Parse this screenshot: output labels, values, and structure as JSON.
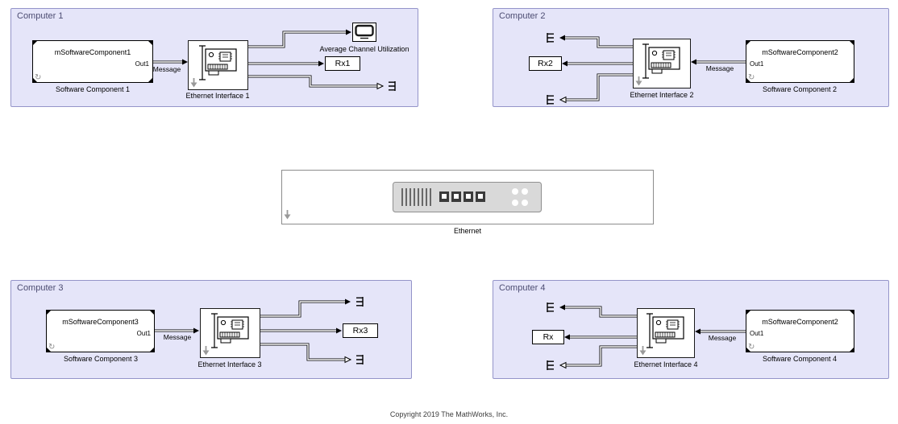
{
  "colors": {
    "area_fill": "#e5e5f9",
    "area_border": "#9494c9",
    "ethernet_area_border": "#8c8c8c",
    "block_border": "#000000",
    "wire": "#000000",
    "badge_gray": "#999999",
    "hub_body": "#d9d9d9"
  },
  "icons": {
    "nic": "network-card-icon",
    "scope": "scope-display-icon",
    "hub": "ethernet-hub-icon",
    "down_badge": "down-arrow-badge-icon",
    "link_badge": "refresh-badge-icon",
    "connector": "connection-port-icon"
  },
  "areas": {
    "computer1": {
      "label": "Computer 1",
      "software": {
        "name": "mSoftwareComponent1",
        "out_port": "Out1",
        "caption": "Software Component 1"
      },
      "message_label": "Message",
      "interface_caption": "Ethernet Interface 1",
      "scope_caption": "Average Channel Utilization",
      "rx_label": "Rx1"
    },
    "computer2": {
      "label": "Computer 2",
      "software": {
        "name": "mSoftwareComponent2",
        "out_port": "Out1",
        "caption": "Software Component 2"
      },
      "message_label": "Message",
      "interface_caption": "Ethernet Interface 2",
      "rx_label": "Rx2"
    },
    "computer3": {
      "label": "Computer 3",
      "software": {
        "name": "mSoftwareComponent3",
        "out_port": "Out1",
        "caption": "Software Component 3"
      },
      "message_label": "Message",
      "interface_caption": "Ethernet Interface 3",
      "rx_label": "Rx3"
    },
    "computer4": {
      "label": "Computer 4",
      "software": {
        "name": "mSoftwareComponent2",
        "out_port": "Out1",
        "caption": "Software Component 4"
      },
      "message_label": "Message",
      "interface_caption": "Ethernet Interface 4",
      "rx_label": "Rx"
    },
    "ethernet": {
      "label": "Ethernet"
    }
  },
  "footer": {
    "copyright": "Copyright 2019 The MathWorks, Inc."
  }
}
